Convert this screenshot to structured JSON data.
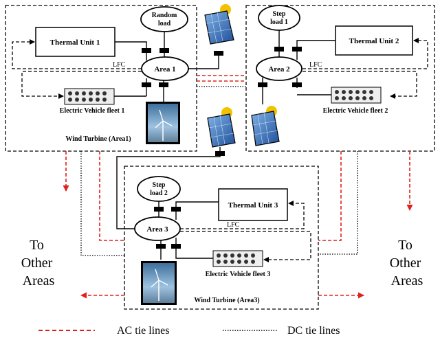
{
  "nodes": {
    "random_load": [
      "Random",
      "load"
    ],
    "step_load_1": [
      "Step",
      "load 1"
    ],
    "step_load_2": [
      "Step",
      "load 2"
    ],
    "area1": "Area 1",
    "area2": "Area 2",
    "area3": "Area 3",
    "thermal1": "Thermal Unit 1",
    "thermal2": "Thermal Unit 2",
    "thermal3": "Thermal Unit 3",
    "lfc": "LFC",
    "ev1": "Electric Vehicle fleet 1",
    "ev2": "Electric Vehicle fleet 2",
    "ev3": "Electric Vehicle fleet 3",
    "wind1": "Wind Turbine (Area1)",
    "wind3": "Wind Turbine (Area3)"
  },
  "other_areas": [
    "To",
    "Other",
    "Areas"
  ],
  "legend": {
    "ac": "AC tie lines",
    "dc": "DC tie lines",
    "ac_color": "#e0201c",
    "dc_color": "#000000"
  }
}
